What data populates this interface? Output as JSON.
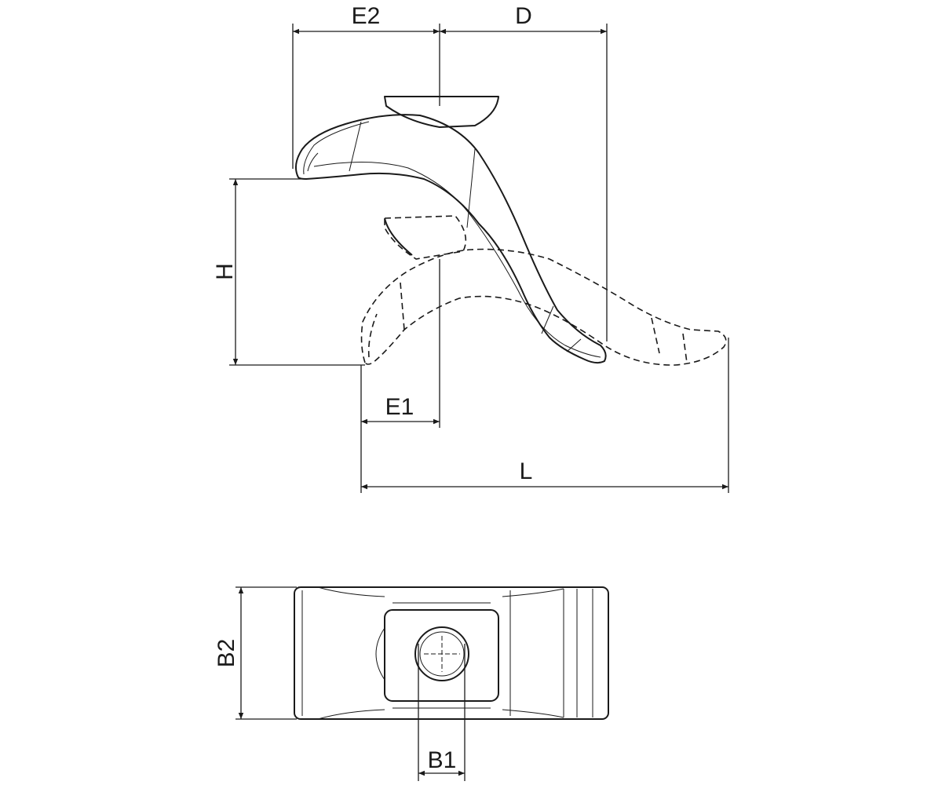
{
  "drawing": {
    "dimensions": {
      "E2": "E2",
      "D": "D",
      "H": "H",
      "E1": "E1",
      "L": "L",
      "B2": "B2",
      "B1": "B1"
    },
    "line_color": "#1a1a1a"
  }
}
